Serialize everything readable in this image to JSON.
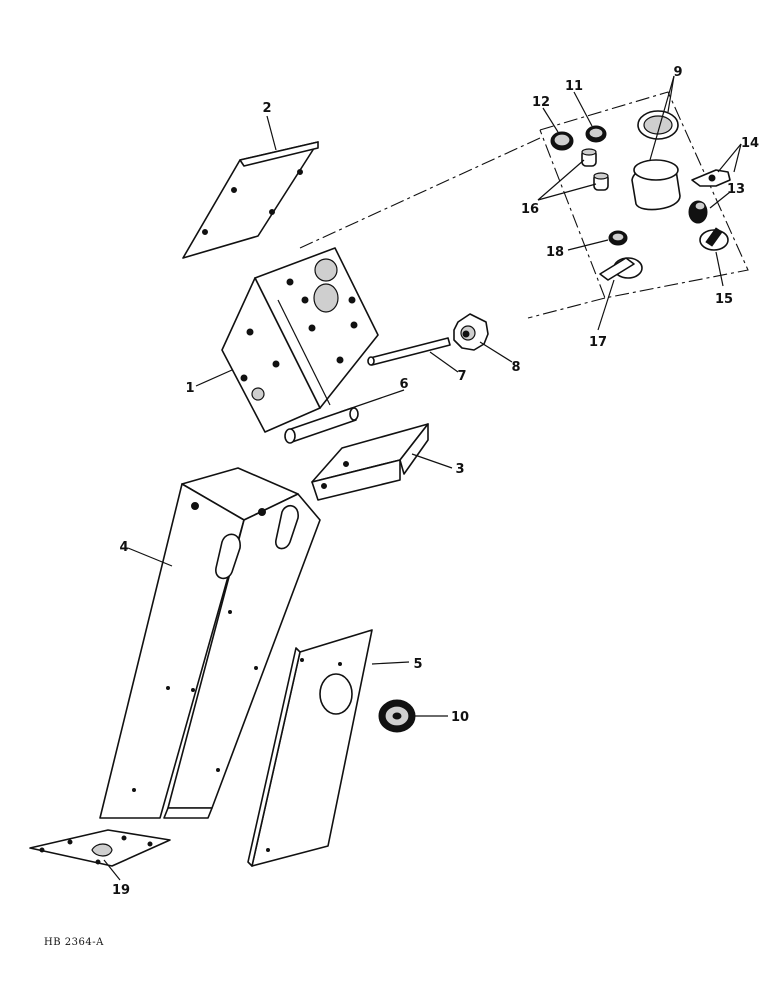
{
  "diagram": {
    "callouts": [
      {
        "id": "1",
        "text": "1"
      },
      {
        "id": "2",
        "text": "2"
      },
      {
        "id": "3",
        "text": "3"
      },
      {
        "id": "4",
        "text": "4"
      },
      {
        "id": "5",
        "text": "5"
      },
      {
        "id": "6",
        "text": "6"
      },
      {
        "id": "7",
        "text": "7"
      },
      {
        "id": "8",
        "text": "8"
      },
      {
        "id": "9",
        "text": "9"
      },
      {
        "id": "10",
        "text": "10"
      },
      {
        "id": "11",
        "text": "11"
      },
      {
        "id": "12",
        "text": "12"
      },
      {
        "id": "13",
        "text": "13"
      },
      {
        "id": "14",
        "text": "14"
      },
      {
        "id": "15",
        "text": "15"
      },
      {
        "id": "16",
        "text": "16"
      },
      {
        "id": "17",
        "text": "17"
      },
      {
        "id": "18",
        "text": "18"
      },
      {
        "id": "19",
        "text": "19"
      }
    ],
    "reference_code": "HB 2364-A"
  }
}
